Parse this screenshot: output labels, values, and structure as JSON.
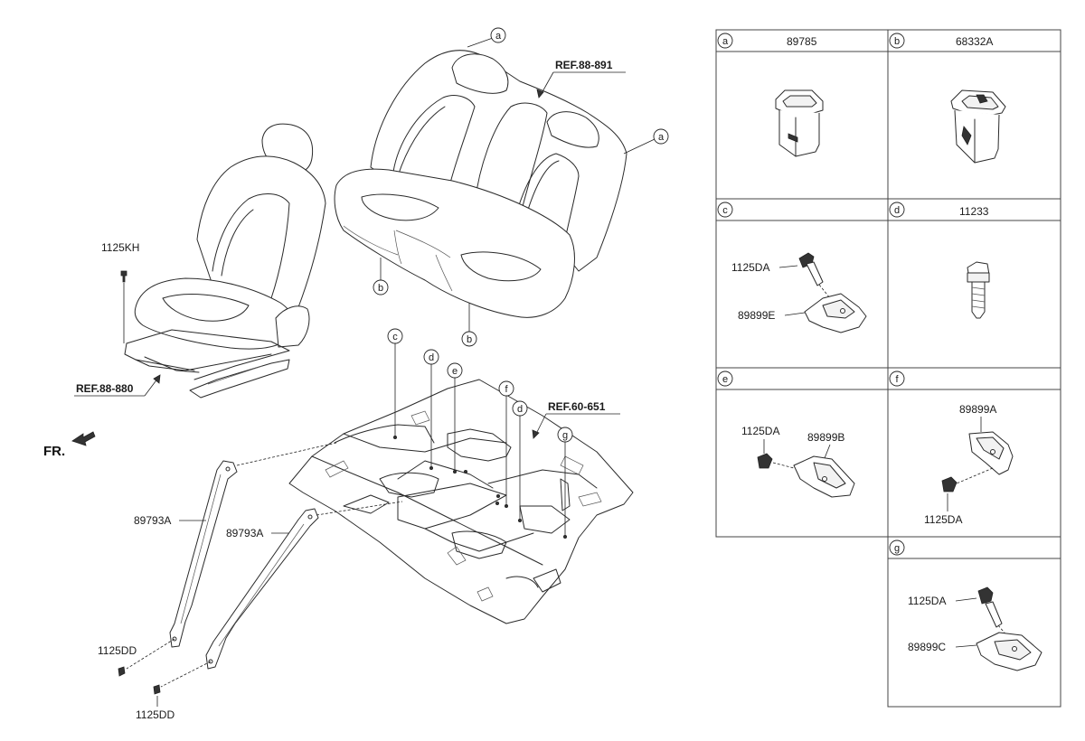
{
  "diagram": {
    "refs": {
      "rear_seat": "REF.88-891",
      "front_seat": "REF.88-880",
      "floor_panel": "REF.60-651"
    },
    "front_indicator": "FR.",
    "callouts": {
      "a": "a",
      "b": "b",
      "c": "c",
      "d": "d",
      "e": "e",
      "f": "f",
      "g": "g"
    },
    "part_labels": {
      "front_seat_bolt": "1125KH",
      "strap_left": "89793A",
      "strap_right": "89793A",
      "strap_bolt_left": "1125DD",
      "strap_bolt_right": "1125DD"
    }
  },
  "detail_boxes": {
    "a": {
      "letter": "a",
      "part_no": "89785"
    },
    "b": {
      "letter": "b",
      "part_no": "68332A"
    },
    "c": {
      "letter": "c",
      "part_no": "",
      "labels": [
        "1125DA",
        "89899E"
      ]
    },
    "d": {
      "letter": "d",
      "part_no": "11233"
    },
    "e": {
      "letter": "e",
      "part_no": "",
      "labels": [
        "1125DA",
        "89899B"
      ]
    },
    "f": {
      "letter": "f",
      "part_no": "",
      "labels": [
        "89899A",
        "1125DA"
      ]
    },
    "g": {
      "letter": "g",
      "part_no": "",
      "labels": [
        "1125DA",
        "89899C"
      ]
    }
  }
}
